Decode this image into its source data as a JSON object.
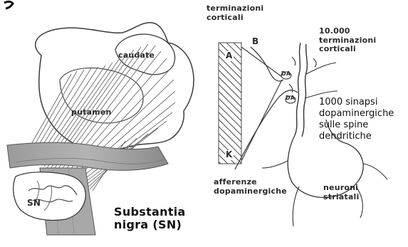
{
  "figure_number": "",
  "left_panel": {
    "labels": {
      "caudate": "caudate",
      "putamen": "putamen",
      "sn": "SN",
      "substantia_line1": "Substantia",
      "substantia_line2": "nigra (SN)"
    }
  },
  "right_panel": {
    "labels": {
      "terminazioni_line1": "terminazioni",
      "terminazioni_line2": "corticali",
      "a": "A",
      "b": "B",
      "k": "K",
      "count_line1": "10.000",
      "count_line2": "terminazioni",
      "count_line3": "corticali",
      "sinapsi_line1": "1000 sinapsi",
      "sinapsi_line2": "dopaminergiche",
      "sinapsi_line3": "sulle spine",
      "sinapsi_line4": "dendritiche",
      "afferenze_line1": "afferenze",
      "afferenze_line2": "dopaminergiche",
      "neuroni_line1": "neuroni",
      "neuroni_line2": "striatali",
      "da1": "DA",
      "da2": "DA"
    }
  }
}
